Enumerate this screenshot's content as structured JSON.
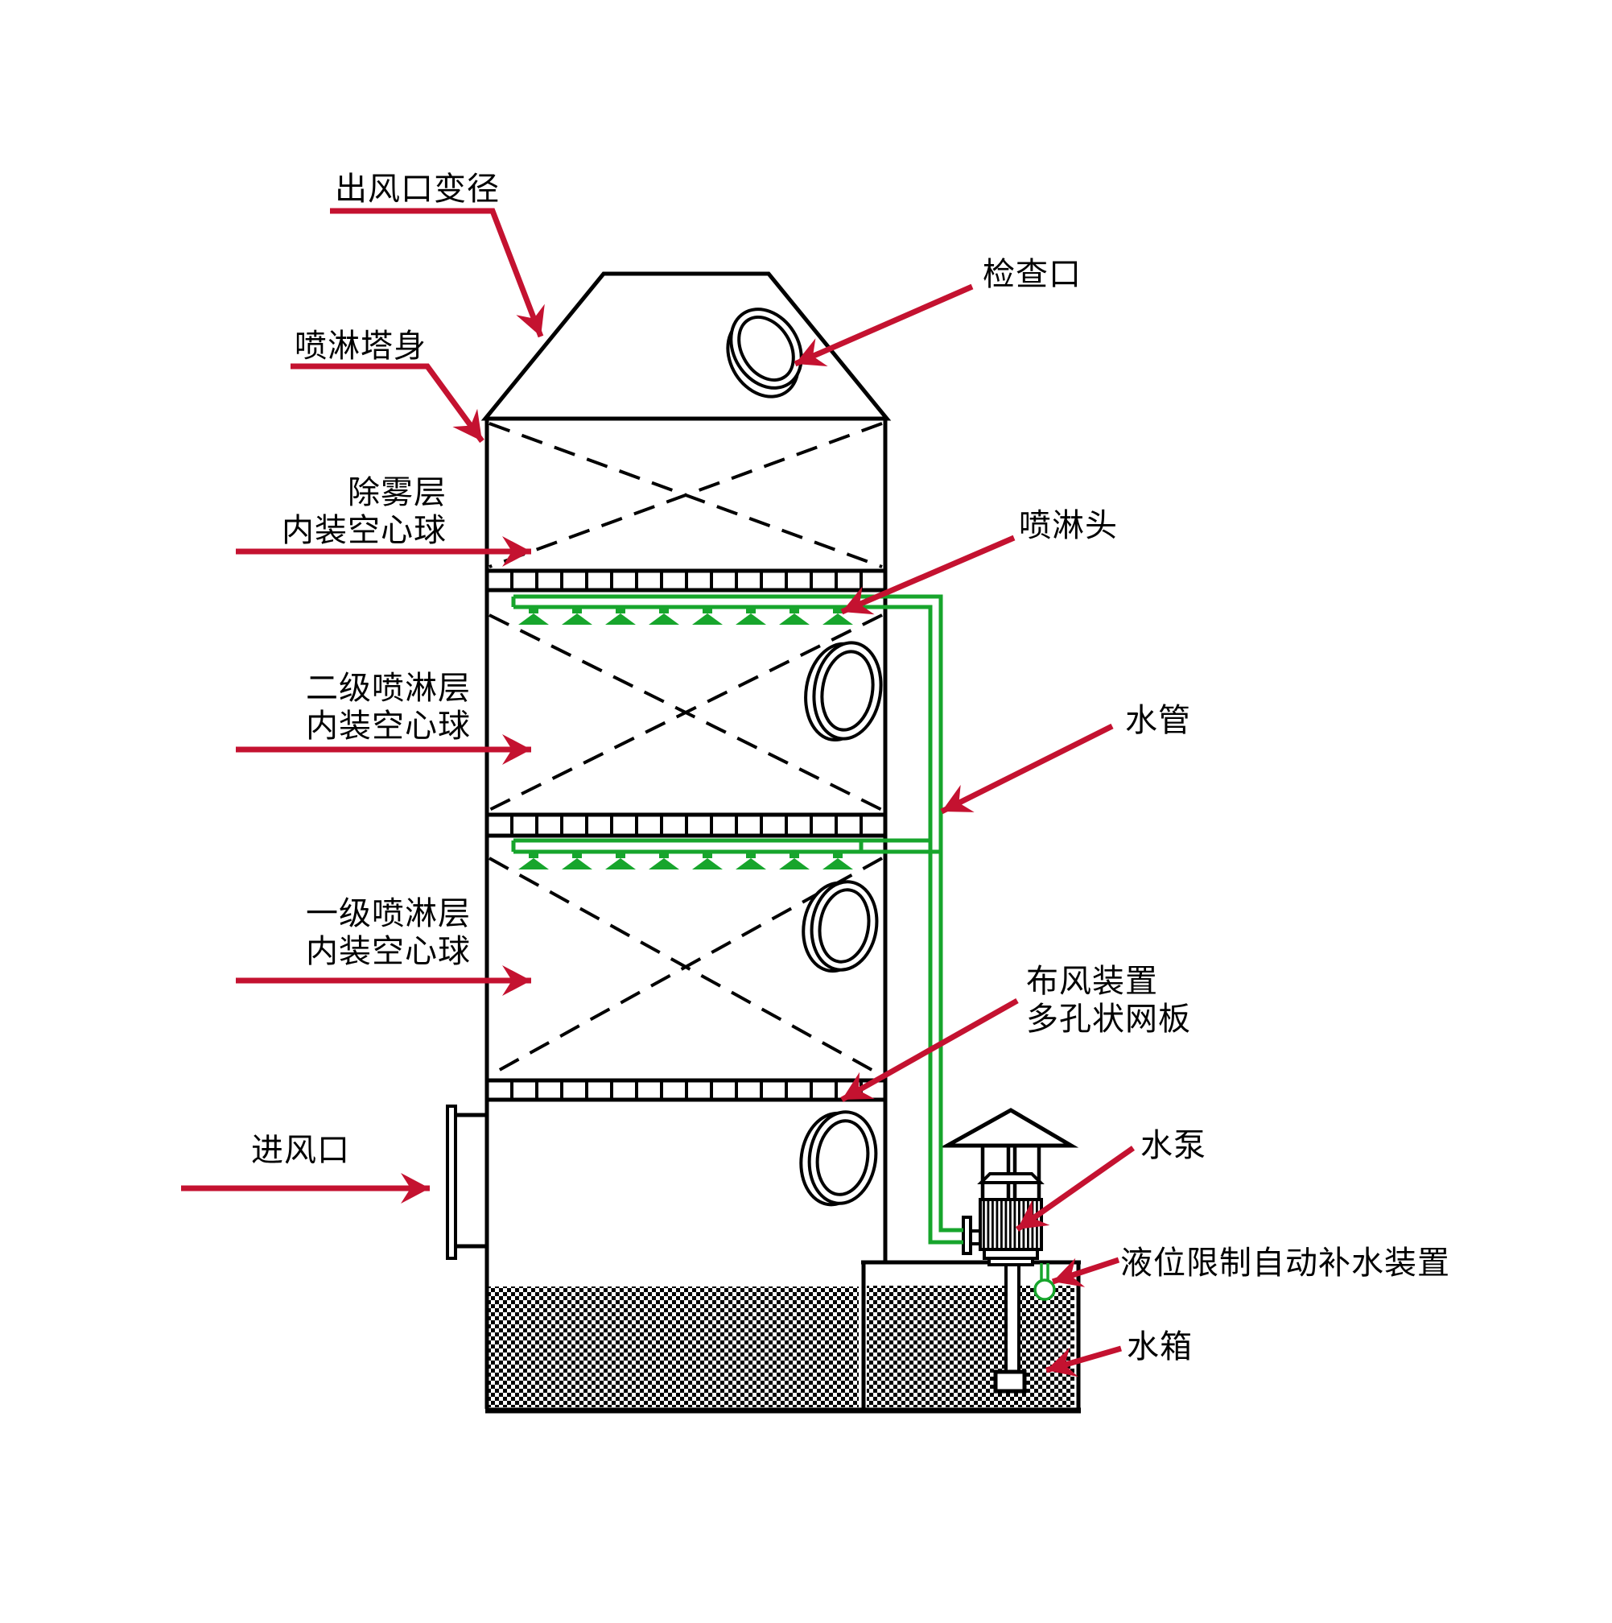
{
  "colors": {
    "line_black": "#000000",
    "pipe_green": "#17a52c",
    "annotation_red": "#c41230",
    "background": "#ffffff"
  },
  "labels": {
    "outlet_reducer": "出风口变径",
    "tower_body": "喷淋塔身",
    "inspection_port": "检查口",
    "demist_line1": "除雾层",
    "demist_line2": "内装空心球",
    "secondary_spray_line1": "二级喷淋层",
    "secondary_spray_line2": "内装空心球",
    "primary_spray_line1": "一级喷淋层",
    "primary_spray_line2": "内装空心球",
    "air_inlet": "进风口",
    "spray_head": "喷淋头",
    "water_pipe": "水管",
    "air_distributor_line1": "布风装置",
    "air_distributor_line2": "多孔状网板",
    "water_pump": "水泵",
    "auto_water_refill": "液位限制自动补水装置",
    "water_tank": "水箱"
  }
}
